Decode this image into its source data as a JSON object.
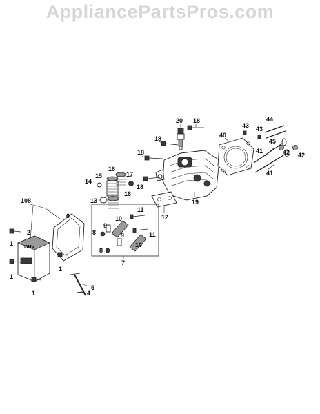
{
  "watermark": "AppliancePartsPros.com",
  "callouts": {
    "c1a": "1",
    "c1b": "1",
    "c1c": "1",
    "c1d": "1",
    "c2": "2",
    "c4": "4",
    "c5": "5",
    "c6": "6",
    "c7": "7",
    "c8a": "8",
    "c8b": "8",
    "c9a": "9",
    "c9b": "9",
    "c10a": "10",
    "c10b": "10",
    "c11a": "11",
    "c11b": "11",
    "c12": "12",
    "c13": "13",
    "c14": "14",
    "c15": "15",
    "c16a": "16",
    "c16b": "16",
    "c17": "17",
    "c18a": "18",
    "c18b": "18",
    "c18c": "18",
    "c18d": "18",
    "c19": "19",
    "c20": "20",
    "c40": "40",
    "c41a": "41",
    "c41b": "41",
    "c42a": "42",
    "c42b": "42",
    "c43a": "43",
    "c43b": "43",
    "c44": "44",
    "c45": "45",
    "c108": "108"
  },
  "cover_logo": "OHV"
}
